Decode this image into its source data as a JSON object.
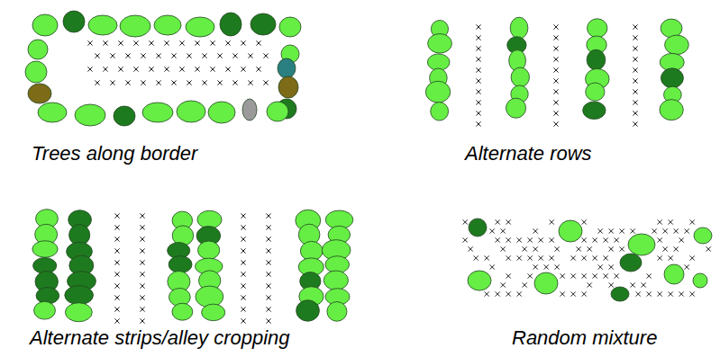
{
  "diagram": {
    "labels": [
      "Trees along border",
      "Alternate rows",
      "Alternate strips/alley cropping",
      "Random mixture"
    ]
  }
}
